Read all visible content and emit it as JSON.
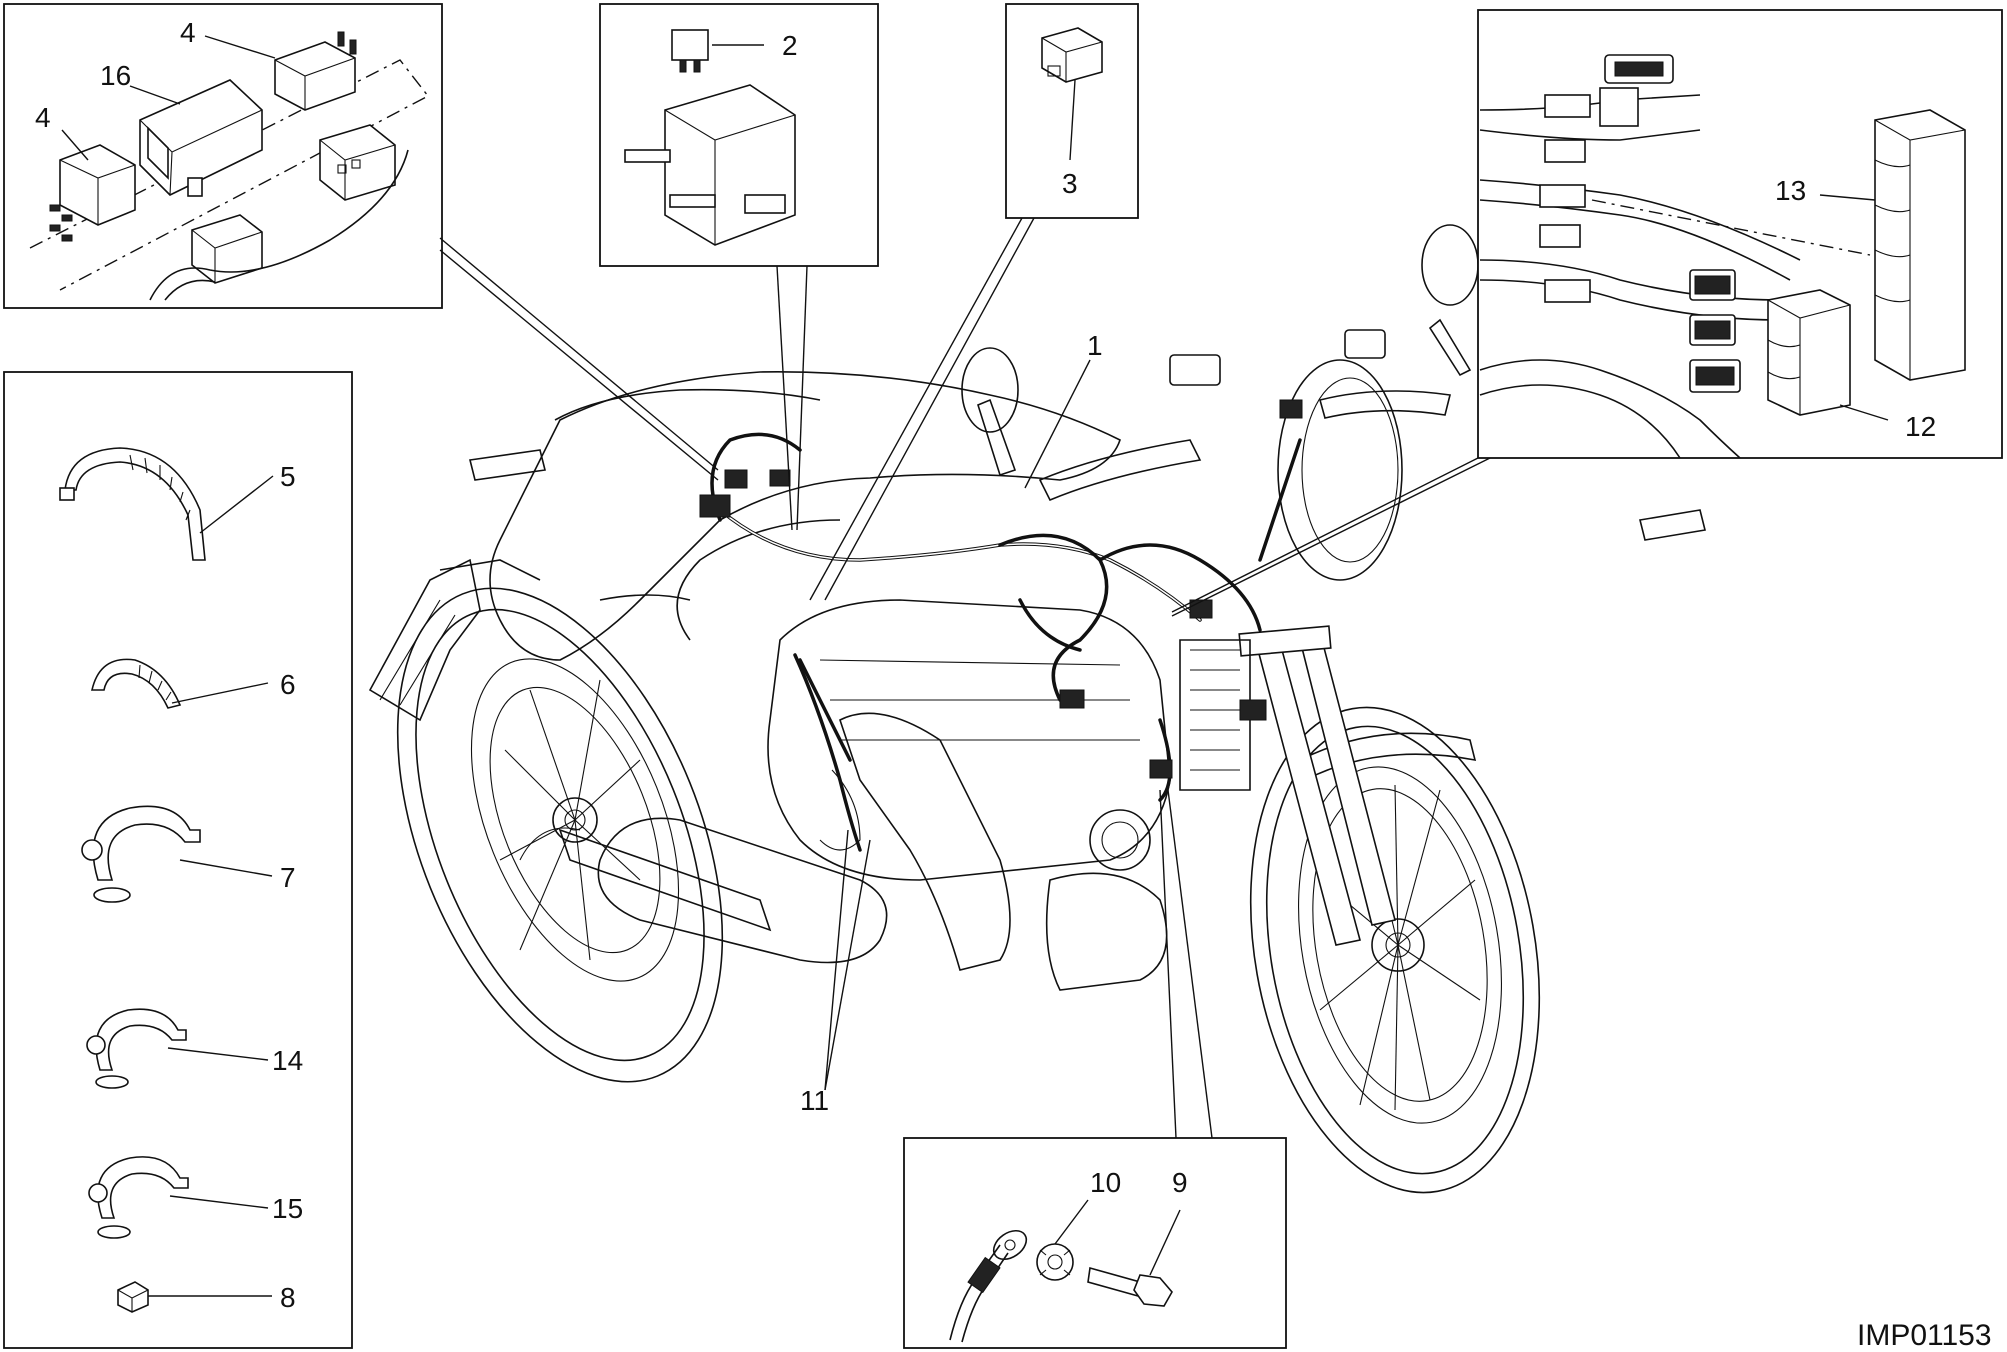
{
  "drawing_code": "IMP01153",
  "callouts": {
    "c1": "1",
    "c2": "2",
    "c3": "3",
    "c4a": "4",
    "c4b": "4",
    "c5": "5",
    "c6": "6",
    "c7": "7",
    "c8": "8",
    "c9": "9",
    "c10": "10",
    "c11": "11",
    "c12": "12",
    "c13": "13",
    "c14": "14",
    "c15": "15",
    "c16": "16"
  }
}
